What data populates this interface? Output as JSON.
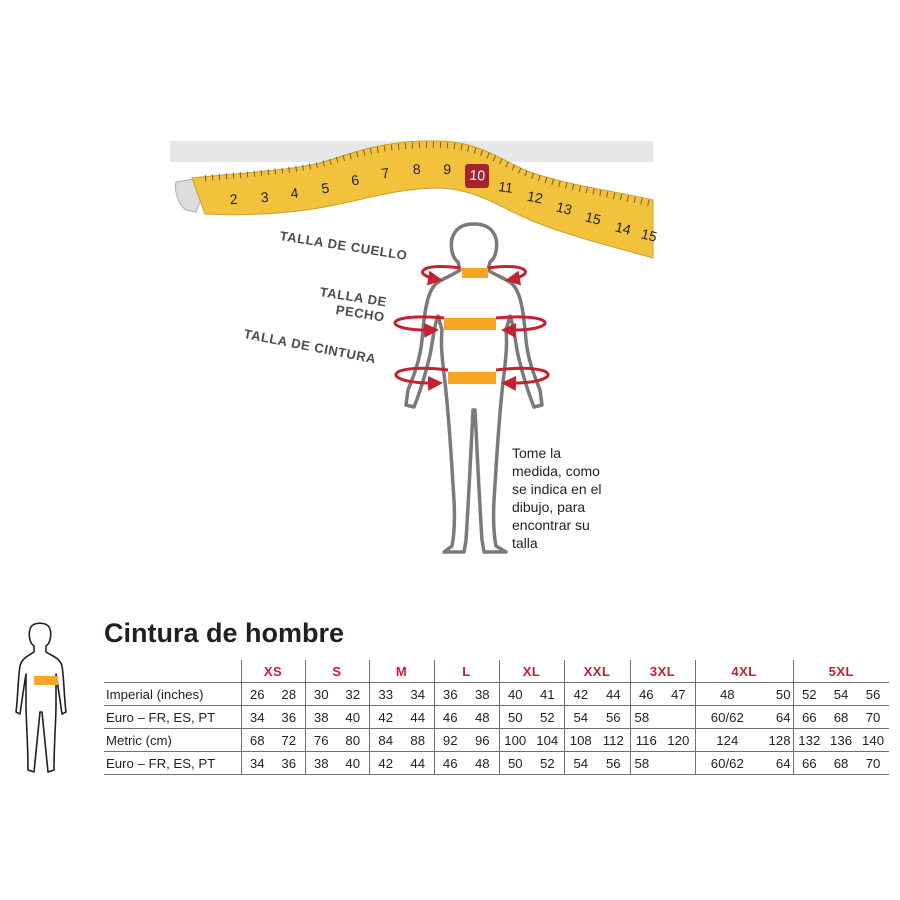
{
  "diagram": {
    "tape_numbers": [
      "2",
      "3",
      "4",
      "5",
      "6",
      "7",
      "8",
      "9",
      "10",
      "11",
      "12",
      "13",
      "15",
      "14",
      "15"
    ],
    "highlight_number": "10",
    "callouts": {
      "neck": "TALLA DE CUELLO",
      "chest_line1": "TALLA DE",
      "chest_line2": "PECHO",
      "waist": "TALLA DE CINTURA"
    },
    "instruction": "Tome la\nmedida, como\nse indica en el\ndibujo, para\nencontrar su\ntalla",
    "colors": {
      "tape": "#f2c23c",
      "band": "#f6a623",
      "arrow": "#c62132",
      "figure": "#7a7a7a",
      "highlight": "#a42331"
    }
  },
  "table": {
    "title": "Cintura de hombre",
    "sizes": [
      "XS",
      "S",
      "M",
      "L",
      "XL",
      "XXL",
      "3XL",
      "4XL",
      "5XL"
    ],
    "rows": [
      {
        "label": "Imperial (inches)",
        "groups": [
          [
            "26",
            "28"
          ],
          [
            "30",
            "32"
          ],
          [
            "33",
            "34"
          ],
          [
            "36",
            "38"
          ],
          [
            "40",
            "41"
          ],
          [
            "42",
            "44"
          ],
          [
            "46",
            "47"
          ],
          [
            "48",
            "50"
          ],
          [
            "52",
            "54",
            "56"
          ]
        ]
      },
      {
        "label": "Euro – FR, ES, PT",
        "groups": [
          [
            "34",
            "36"
          ],
          [
            "38",
            "40"
          ],
          [
            "42",
            "44"
          ],
          [
            "46",
            "48"
          ],
          [
            "50",
            "52"
          ],
          [
            "54",
            "56"
          ],
          [
            "58",
            ""
          ],
          [
            "60/62",
            "64"
          ],
          [
            "66",
            "68",
            "70"
          ]
        ]
      },
      {
        "label": "Metric  (cm)",
        "groups": [
          [
            "68",
            "72"
          ],
          [
            "76",
            "80"
          ],
          [
            "84",
            "88"
          ],
          [
            "92",
            "96"
          ],
          [
            "100",
            "104"
          ],
          [
            "108",
            "112"
          ],
          [
            "116",
            "120"
          ],
          [
            "124",
            "128"
          ],
          [
            "132",
            "136",
            "140"
          ]
        ]
      },
      {
        "label": "Euro – FR, ES, PT",
        "groups": [
          [
            "34",
            "36"
          ],
          [
            "38",
            "40"
          ],
          [
            "42",
            "44"
          ],
          [
            "46",
            "48"
          ],
          [
            "50",
            "52"
          ],
          [
            "54",
            "56"
          ],
          [
            "58",
            ""
          ],
          [
            "60/62",
            "64"
          ],
          [
            "66",
            "68",
            "70"
          ]
        ]
      }
    ],
    "colors": {
      "header": "#c41f2e",
      "rule": "#6f6f6f"
    }
  }
}
